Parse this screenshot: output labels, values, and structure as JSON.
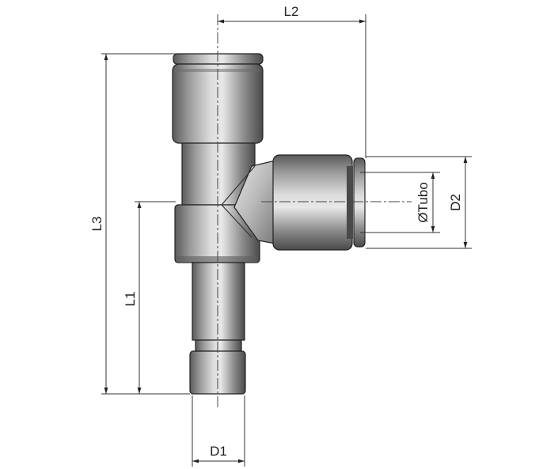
{
  "drawing": {
    "labels": {
      "l1": "L1",
      "l2": "L2",
      "l3": "L3",
      "d1": "D1",
      "d2": "D2",
      "tube": "ØTubo"
    }
  }
}
